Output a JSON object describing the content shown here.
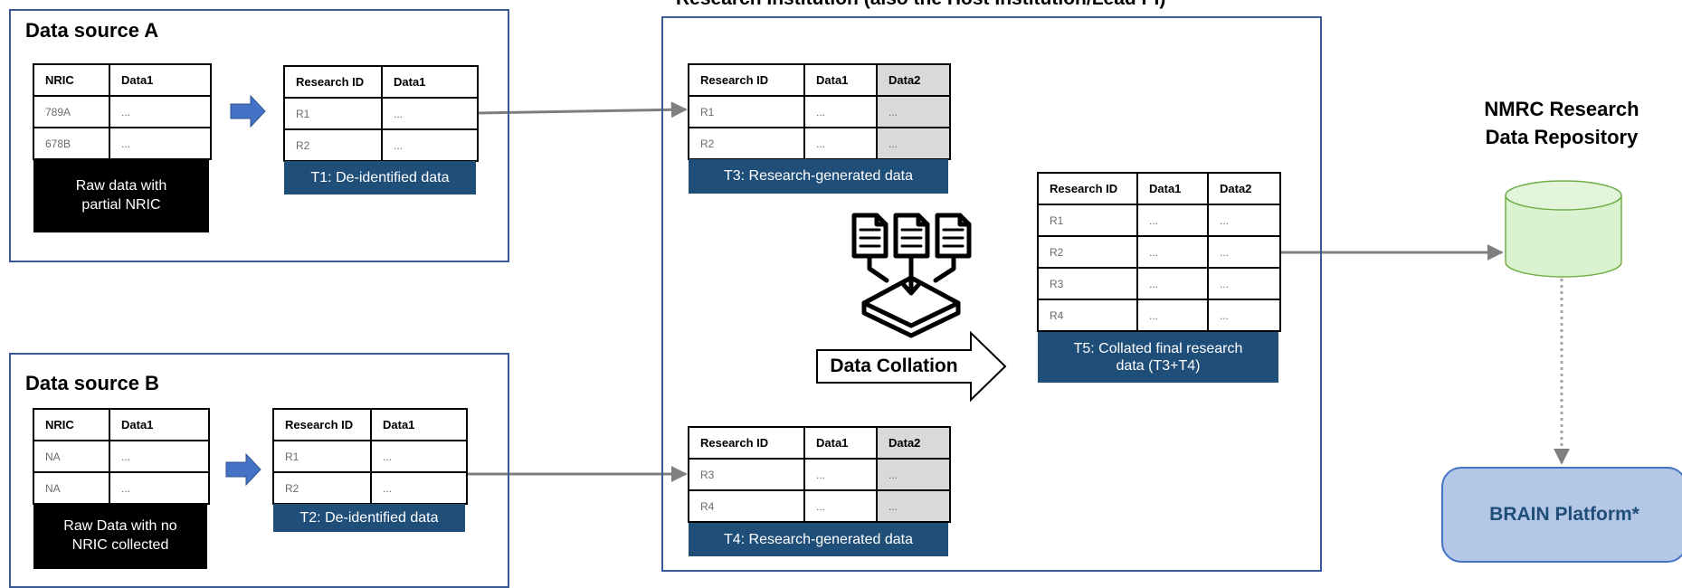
{
  "source_a": {
    "title": "Data source A",
    "raw_table": {
      "headers": [
        "NRIC",
        "Data1"
      ],
      "rows": [
        [
          "789A",
          "..."
        ],
        [
          "678B",
          "..."
        ]
      ]
    },
    "raw_caption": "Raw data with partial NRIC",
    "t1_table": {
      "headers": [
        "Research ID",
        "Data1"
      ],
      "rows": [
        [
          "R1",
          "..."
        ],
        [
          "R2",
          "..."
        ]
      ]
    },
    "t1_caption": "T1: De-identified data"
  },
  "source_b": {
    "title": "Data source B",
    "raw_table": {
      "headers": [
        "NRIC",
        "Data1"
      ],
      "rows": [
        [
          "NA",
          "..."
        ],
        [
          "NA",
          "..."
        ]
      ]
    },
    "raw_caption": "Raw Data with no NRIC collected",
    "t2_table": {
      "headers": [
        "Research ID",
        "Data1"
      ],
      "rows": [
        [
          "R1",
          "..."
        ],
        [
          "R2",
          "..."
        ]
      ]
    },
    "t2_caption": "T2: De-identified data"
  },
  "institution": {
    "title": "Research Institution (also the Host Institution/Lead PI)",
    "t3_table": {
      "headers": [
        "Research ID",
        "Data1",
        "Data2"
      ],
      "rows": [
        [
          "R1",
          "...",
          "..."
        ],
        [
          "R2",
          "...",
          "..."
        ]
      ]
    },
    "t3_caption": "T3: Research-generated data",
    "t4_table": {
      "headers": [
        "Research ID",
        "Data1",
        "Data2"
      ],
      "rows": [
        [
          "R3",
          "...",
          "..."
        ],
        [
          "R4",
          "...",
          "..."
        ]
      ]
    },
    "t4_caption": "T4: Research-generated data",
    "collation_label": "Data Collation",
    "collation_icon": "documents-merge-icon",
    "t5_table": {
      "headers": [
        "Research ID",
        "Data1",
        "Data2"
      ],
      "rows": [
        [
          "R1",
          "...",
          "..."
        ],
        [
          "R2",
          "...",
          "..."
        ],
        [
          "R3",
          "...",
          "..."
        ],
        [
          "R4",
          "...",
          "..."
        ]
      ]
    },
    "t5_caption": "T5: Collated final research data (T3+T4)"
  },
  "repository": {
    "title": "NMRC Research Data Repository",
    "icon": "database-cylinder-icon"
  },
  "platform": {
    "label": "BRAIN Platform*"
  },
  "colors": {
    "frame": "#3b5a95",
    "caption_bg": "#1f4e79",
    "arrow_blue": "#4472c4",
    "connector": "#7f7f7f",
    "cylinder_fill": "#d9f2d0",
    "cylinder_stroke": "#70ad47",
    "platform_fill": "#b4c7e7"
  }
}
